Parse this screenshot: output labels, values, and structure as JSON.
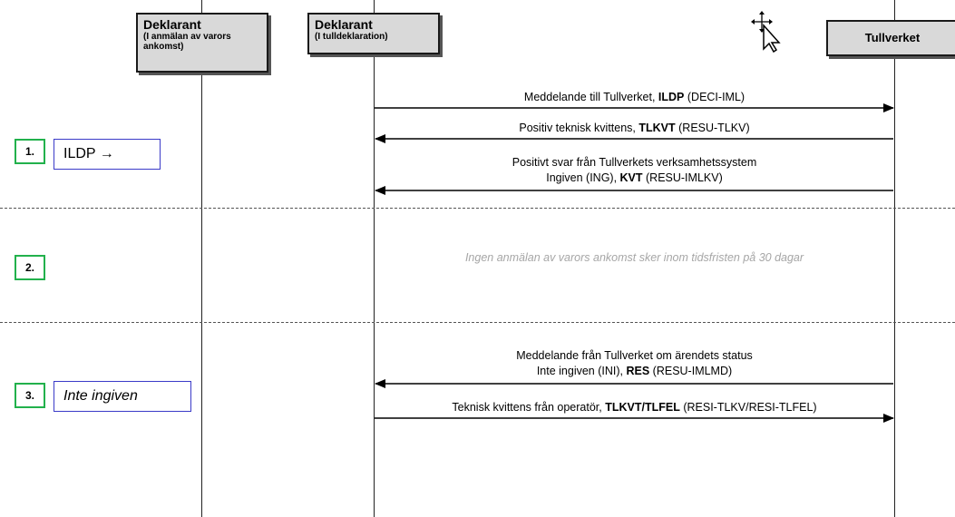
{
  "actors": [
    {
      "title": "Deklarant",
      "subtitle": "(I anmälan av varors ankomst)"
    },
    {
      "title": "Deklarant",
      "subtitle": "(I tulldeklaration)"
    },
    {
      "title": "Tullverket",
      "subtitle": ""
    }
  ],
  "steps": [
    {
      "number": "1.",
      "state": "ILDP →"
    },
    {
      "number": "2.",
      "state": ""
    },
    {
      "number": "3.",
      "state": "Inte ingiven"
    }
  ],
  "messages": {
    "m1": {
      "pre": "Meddelande till Tullverket, ",
      "bold": "ILDP",
      "post": " (DECI-IML)"
    },
    "m2": {
      "pre": "Positiv teknisk kvittens, ",
      "bold": "TLKVT",
      "post": " (RESU-TLKV)"
    },
    "m3": {
      "line1": "Positivt svar från Tullverkets verksamhetssystem",
      "pre": "Ingiven (ING), ",
      "bold": "KVT",
      "post": " (RESU-IMLKV)"
    },
    "note": "Ingen anmälan av varors ankomst sker inom tidsfristen på 30 dagar",
    "m4": {
      "line1": "Meddelande från Tullverket om ärendets status",
      "pre": "Inte ingiven (INI), ",
      "bold": "RES",
      "post": " (RESU-IMLMD)"
    },
    "m5": {
      "pre": "Teknisk kvittens från operatör, ",
      "bold": "TLKVT/TLFEL",
      "post": " (RESI-TLKV/RESI-TLFEL)"
    }
  }
}
